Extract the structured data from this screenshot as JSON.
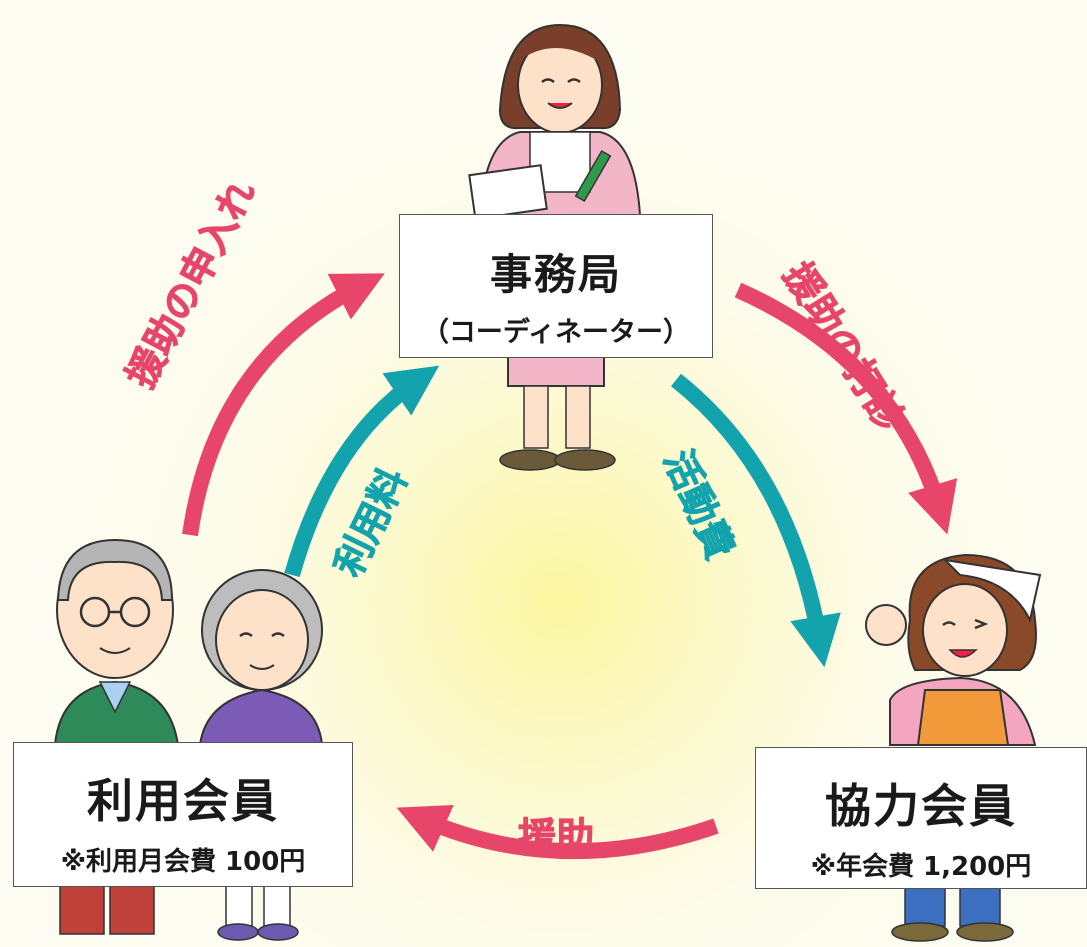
{
  "office": {
    "title": "事務局",
    "subtitle": "（コーディネーター）"
  },
  "user_member": {
    "title": "利用会員",
    "note": "※利用月会費 100円"
  },
  "helper_member": {
    "title": "協力会員",
    "note": "※年会費 1,200円"
  },
  "flows": {
    "request": "援助の申入れ",
    "usage_fee": "利用料",
    "consultation": "援助の打診",
    "activity_cost": "活動費",
    "support": "援助"
  },
  "colors": {
    "red_arrow": "#e8456a",
    "teal_arrow": "#13a3ad"
  },
  "icons": [
    "coordinator-woman",
    "elderly-man",
    "elderly-woman",
    "helper-woman"
  ]
}
